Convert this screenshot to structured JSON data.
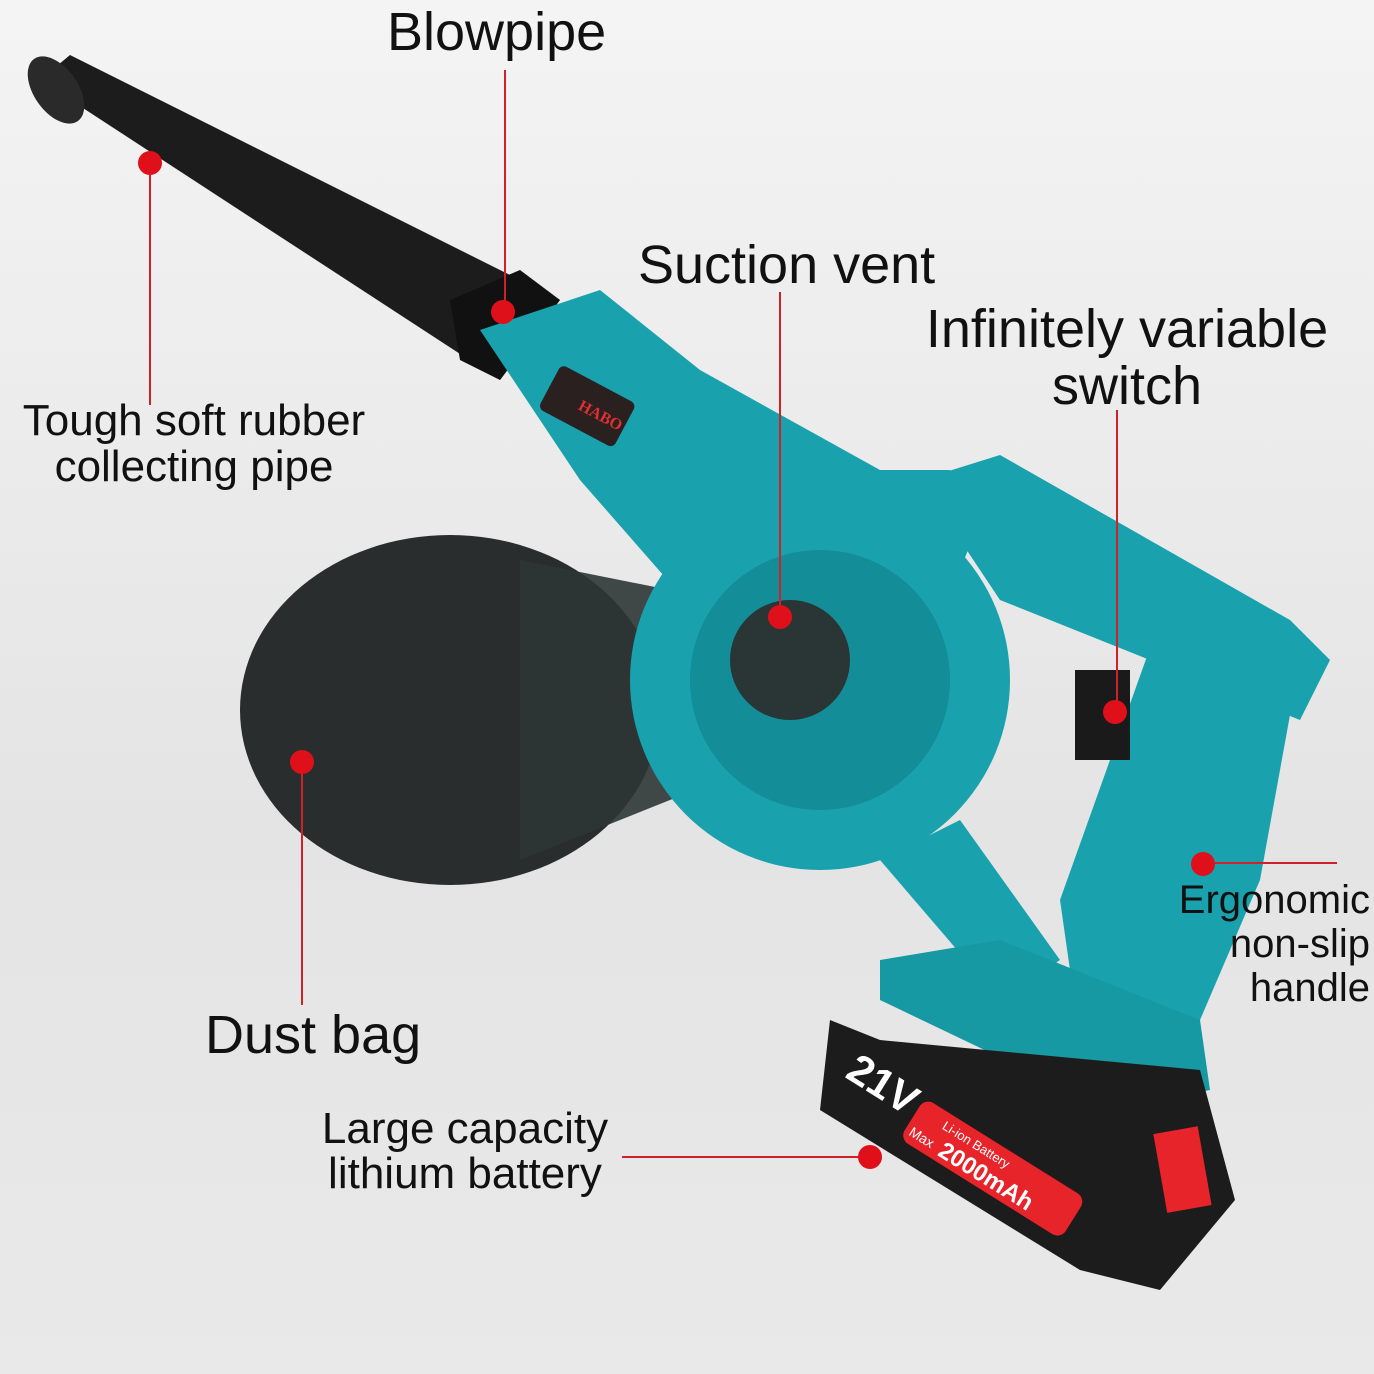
{
  "labels": {
    "blowpipe": "Blowpipe",
    "suction_vent": "Suction vent",
    "switch_line1": "Infinitely variable",
    "switch_line2": "switch",
    "pipe_line1": "Tough soft rubber",
    "pipe_line2": "collecting pipe",
    "dust_bag": "Dust bag",
    "battery_line1": "Large capacity",
    "battery_line2": "lithium battery",
    "handle_line1": "Ergonomic",
    "handle_line2": "non-slip",
    "handle_line3": "handle"
  },
  "product": {
    "brand": "HABO",
    "voltage": "21V",
    "battery_type": "Li-ion Battery",
    "capacity_prefix": "Max",
    "capacity": "2000mAh"
  },
  "colors": {
    "body_teal": "#19a2ad",
    "marker_red": "#e0101a",
    "pipe_black": "#1a1a1a",
    "battery_red": "#e8242b"
  }
}
